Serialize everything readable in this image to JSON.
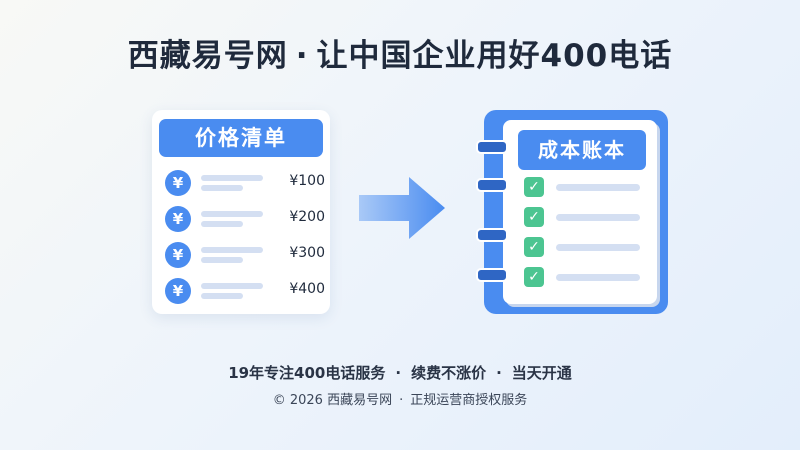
{
  "title": {
    "part1": "西藏易号网",
    "separator": "·",
    "part2": "让中国企业用好400电话"
  },
  "price_card": {
    "header": "价格清单",
    "currency_symbol": "¥",
    "items": [
      {
        "price": "¥100"
      },
      {
        "price": "¥200"
      },
      {
        "price": "¥300"
      },
      {
        "price": "¥400"
      }
    ]
  },
  "arrow": {
    "icon": "right-arrow-icon",
    "color": "#4a8cf0"
  },
  "ledger": {
    "header": "成本账本",
    "check_symbol": "✓",
    "check_color": "#4cc591"
  },
  "tagline": {
    "parts": [
      "19年专注400电话服务",
      "续费不涨价",
      "当天开通"
    ],
    "separator": "·"
  },
  "footer": {
    "copyright": "© 2026 西藏易号网",
    "separator": "·",
    "note": "正规运营商授权服务"
  },
  "colors": {
    "accent": "#4a8cf0",
    "ring": "#2f66c4",
    "text": "#1f2a3c"
  }
}
